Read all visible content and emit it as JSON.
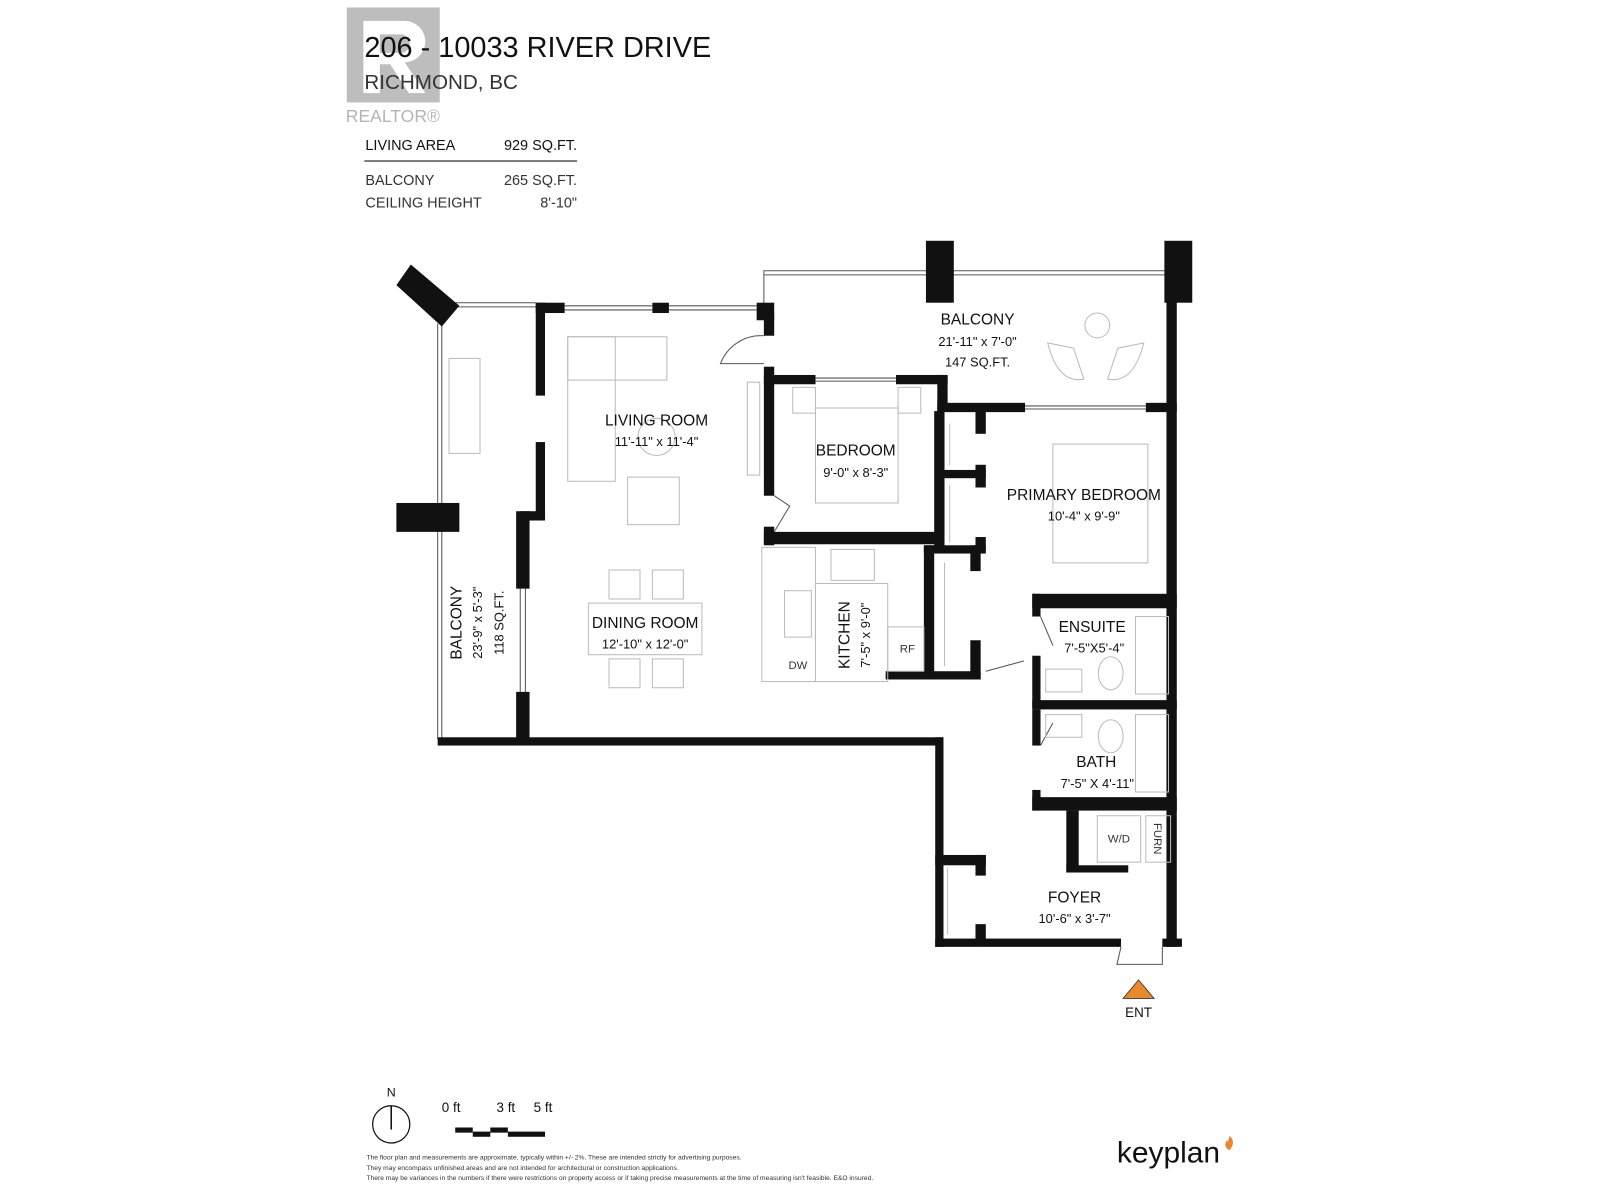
{
  "header": {
    "title": "206 - 10033 RIVER DRIVE",
    "subtitle": "RICHMOND, BC",
    "realtor_logo": "REALTOR®",
    "stats": [
      {
        "label": "LIVING AREA",
        "value": "929 SQ.FT."
      },
      {
        "label": "BALCONY",
        "value": "265 SQ.FT."
      },
      {
        "label": "CEILING HEIGHT",
        "value": "8'-10\""
      }
    ]
  },
  "rooms": {
    "balcony_top": {
      "name": "BALCONY",
      "dims": "21'-11\"  x   7'-0\"",
      "area": "147 SQ.FT."
    },
    "balcony_left": {
      "name": "BALCONY",
      "dims": "23'-9\"  x  5'-3\"",
      "area": "118 SQ.FT."
    },
    "living": {
      "name": "LIVING ROOM",
      "dims": "11'-11\"  x   11'-4\""
    },
    "dining": {
      "name": "DINING ROOM",
      "dims": "12'-10\"  x   12'-0\""
    },
    "bedroom": {
      "name": "BEDROOM",
      "dims": "9'-0\"   x   8'-3\""
    },
    "primary": {
      "name": "PRIMARY BEDROOM",
      "dims": "10'-4\"  x   9'-9\""
    },
    "kitchen": {
      "name": "KITCHEN",
      "dims": "7'-5\"  x  9'-0\""
    },
    "ensuite": {
      "name": "ENSUITE",
      "dims": "7'-5\"X5'-4\""
    },
    "bath": {
      "name": "BATH",
      "dims": "7'-5\" X 4'-11\""
    },
    "foyer": {
      "name": "FOYER",
      "dims": "10'-6\"  x   3'-7\""
    }
  },
  "fixtures": {
    "dw": "DW",
    "rf": "RF",
    "wd": "W/D",
    "furn": "FURN"
  },
  "entrance": {
    "label": "ENT",
    "color": "#e8892b"
  },
  "compass": {
    "label": "N"
  },
  "scale": {
    "labels": [
      "0 ft",
      "3 ft",
      "5 ft"
    ]
  },
  "disclaimer": [
    "The floor plan and measurements are approximate, typically within +/- 2%. These are intended strictly for advertising purposes.",
    "They may encompass unfinished areas and are not intended for architectural or construction applications.",
    "There may be variances in the numbers if there were restrictions on property access or if taking precise measurements at the time of measuring isn't feasible. E&O insured."
  ],
  "brand": {
    "name": "keyplan",
    "accent": "#e8892b"
  }
}
